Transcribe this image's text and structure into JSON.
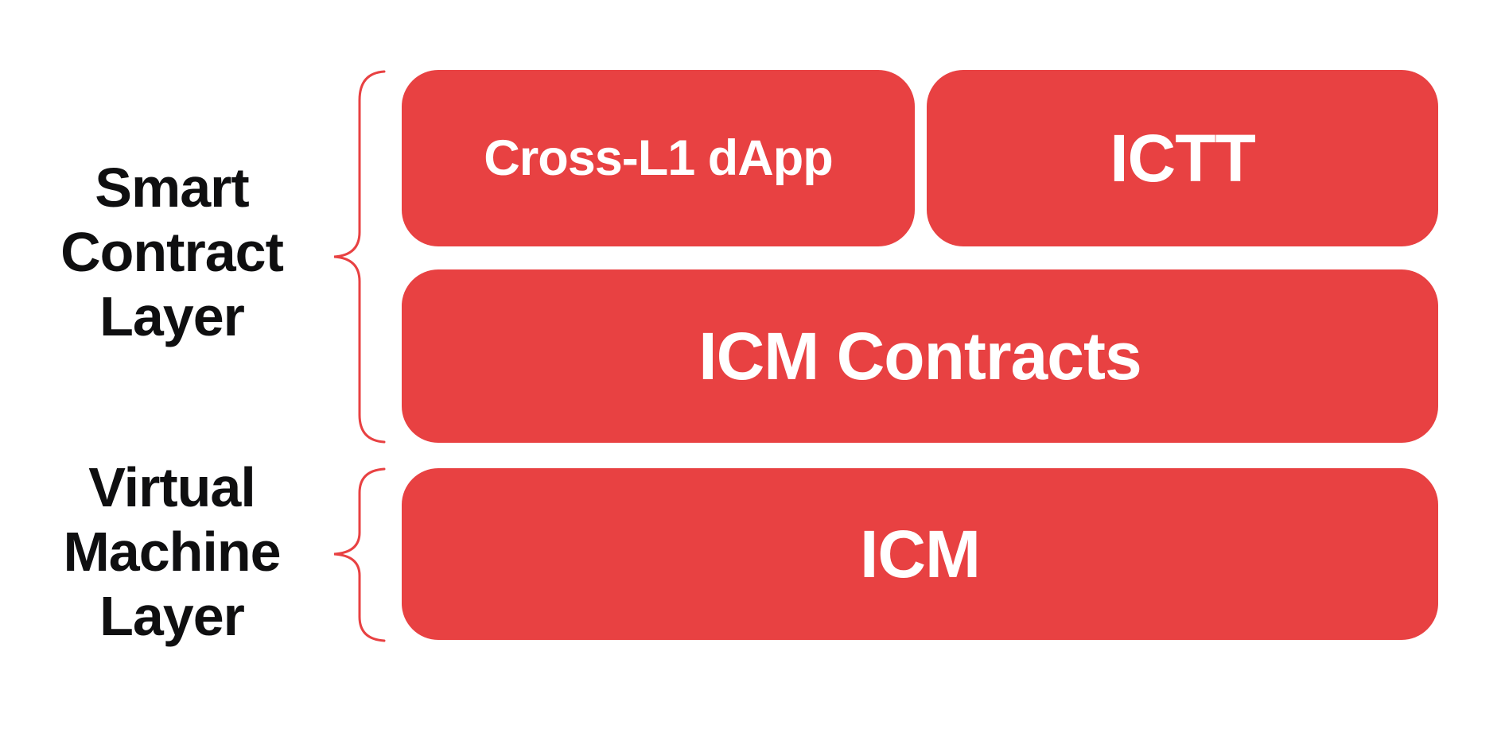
{
  "layers": [
    {
      "name": "smart-contract-layer",
      "label_lines": [
        "Smart",
        "Contract",
        "Layer"
      ]
    },
    {
      "name": "virtual-machine-layer",
      "label_lines": [
        "Virtual",
        "Machine",
        "Layer"
      ]
    }
  ],
  "boxes": {
    "cross_l1_dapp": "Cross-L1 dApp",
    "ictt": "ICTT",
    "icm_contracts": "ICM Contracts",
    "icm": "ICM"
  },
  "colors": {
    "accent_red": "#E84142",
    "label_text": "#0F0F10",
    "box_text": "#FFFFFF",
    "background": "#FFFFFF"
  }
}
